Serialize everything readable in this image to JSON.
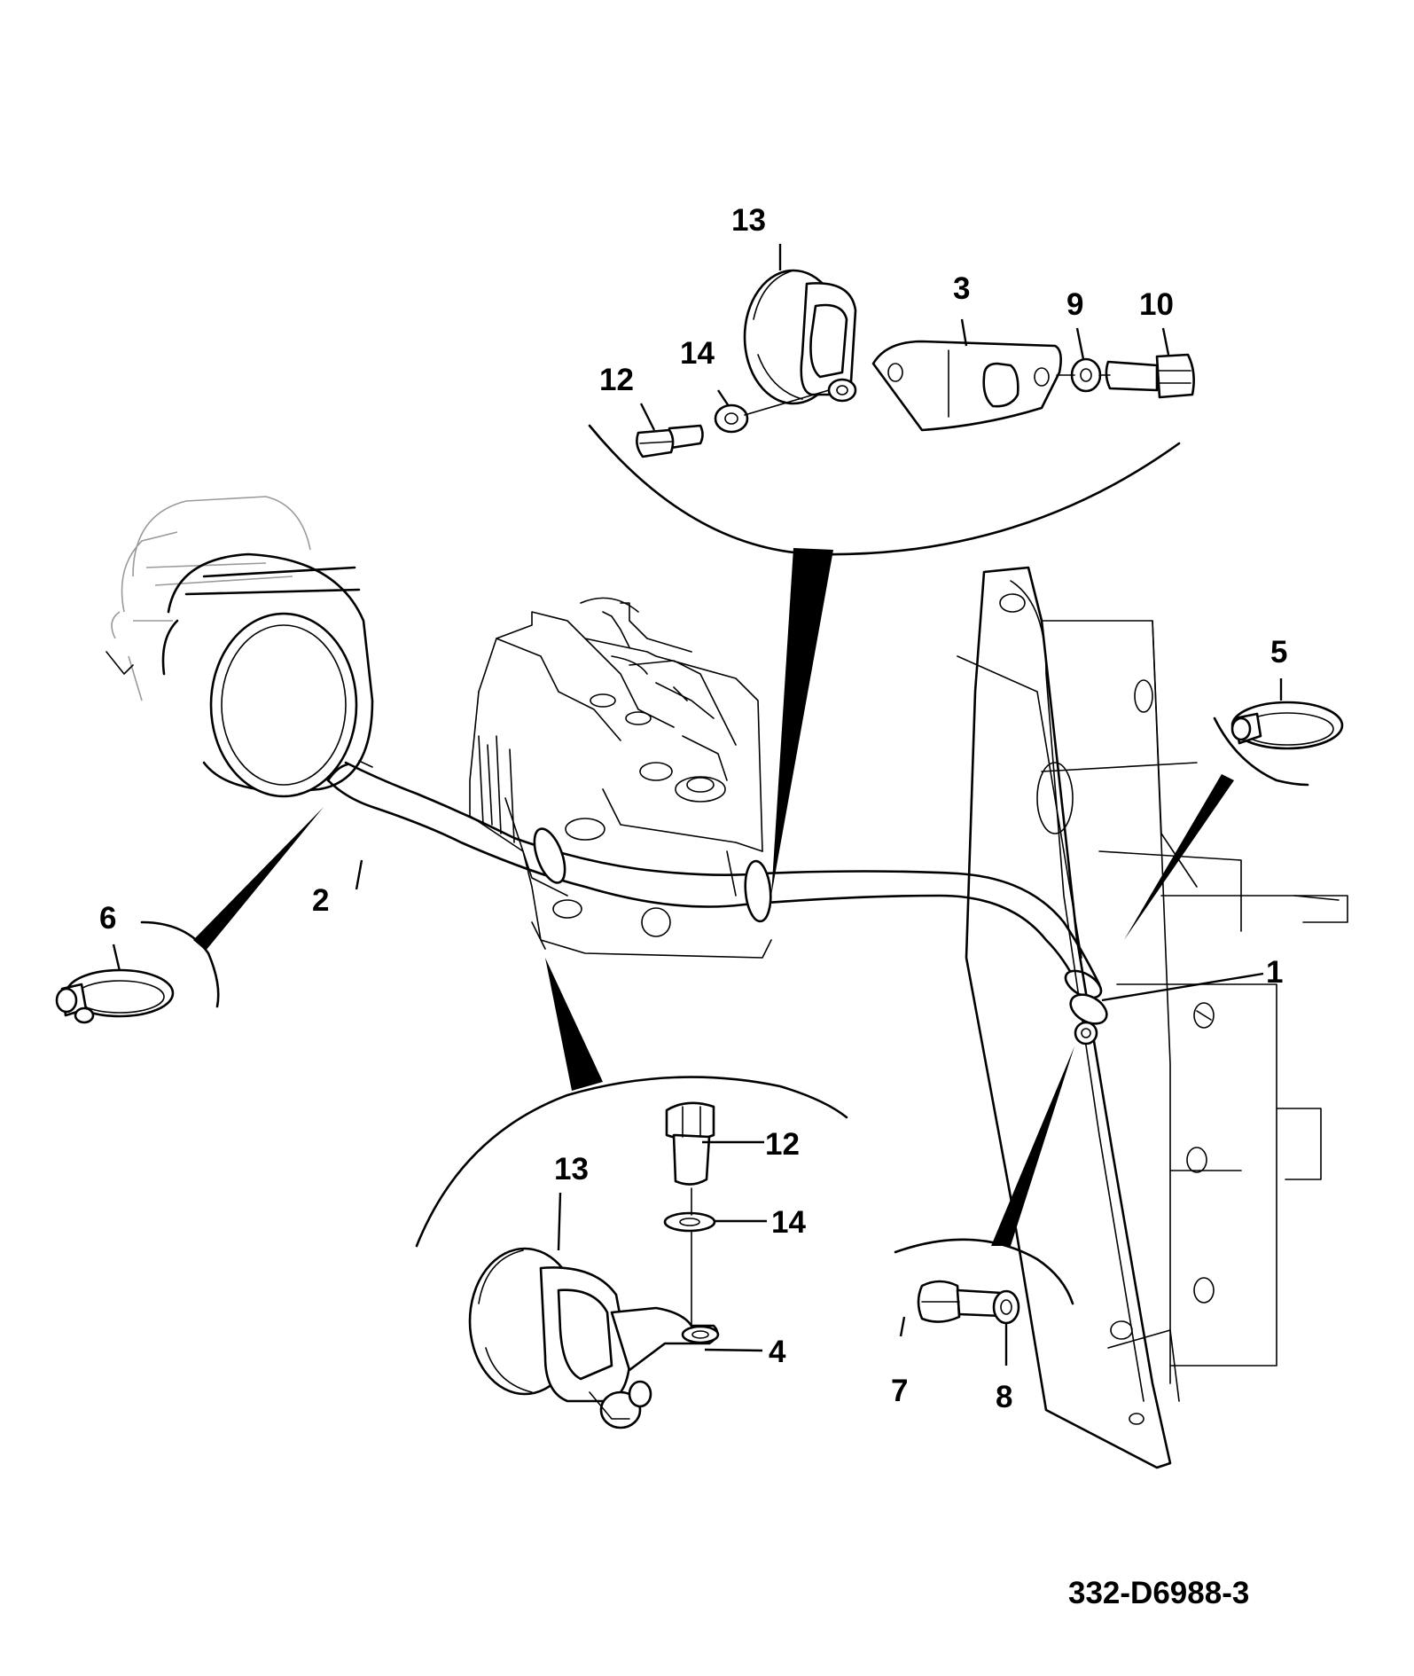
{
  "drawing_number": "332-D6988-3",
  "callouts": {
    "c1": "1",
    "c2": "2",
    "c3": "3",
    "c4": "4",
    "c5": "5",
    "c6": "6",
    "c7": "7",
    "c8": "8",
    "c9": "9",
    "c10": "10",
    "c12_top": "12",
    "c13_top": "13",
    "c14_top": "14",
    "c12_bottom": "12",
    "c13_bottom": "13",
    "c14_bottom": "14"
  }
}
